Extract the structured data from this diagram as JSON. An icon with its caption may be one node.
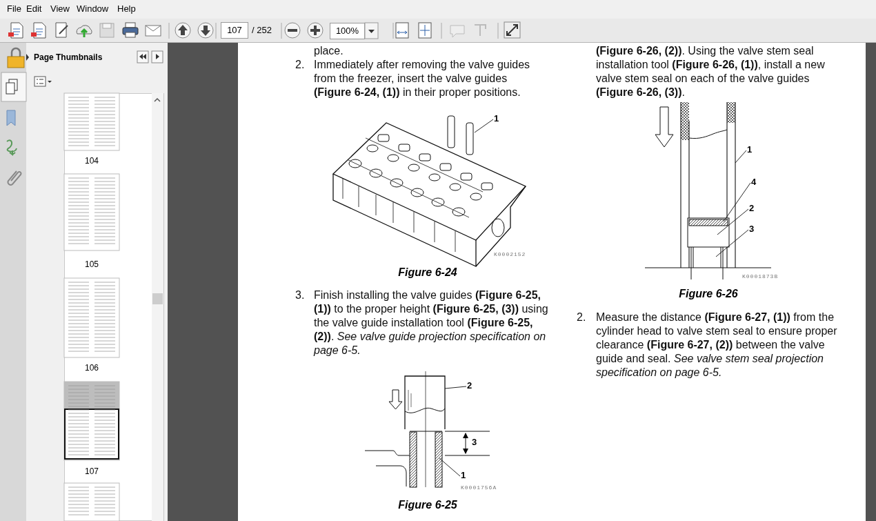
{
  "diagram": {
    "nodes": [
      {
        "text": [
          "1"
        ]
      },
      {
        "text": [
          "2"
        ]
      },
      {
        "text": [
          "1"
        ]
      },
      {
        "text": [
          "1"
        ]
      },
      {
        "text": [
          "4"
        ]
      },
      {
        "text": [
          "2"
        ]
      },
      {
        "text": [
          "3"
        ]
      }
    ],
    "edges": [
      {
        "from": 0,
        "to": null,
        "arrow": "none"
      },
      {
        "from": 1,
        "to": null,
        "arrow": "none"
      },
      {
        "from": 2,
        "to": null,
        "arrow": "none"
      },
      {
        "from": 3,
        "to": null,
        "arrow": "none"
      },
      {
        "from": 4,
        "to": null,
        "arrow": "none"
      },
      {
        "from": 5,
        "to": null,
        "arrow": "none"
      },
      {
        "from": 6,
        "to": null,
        "arrow": "none"
      }
    ],
    "labels": [
      "File",
      "Edit",
      "View",
      "Window",
      "Help",
      "107",
      "/ 252",
      "100%",
      "Page Thumbnails",
      "104",
      "105",
      "106",
      "107",
      "place.",
      "2.",
      "Immediately after removing the valve guides from the freezer, insert the valve guides **(Figure 6-24, (1))** in their proper positions.",
      "Figure 6-24",
      "K0002152",
      "3.",
      "Finish installing the valve guides **(Figure 6-25, (1))** to the proper height **(Figure 6-25, (3))** using the valve guide installation tool **(Figure 6-25, (2))**. *See valve guide projection specification on page 6-5.*",
      "3",
      "K0001756A",
      "Figure 6-25",
      "**(Figure 6-26, (2))**. Using the valve stem seal installation tool **(Figure 6-26, (1))**, install a new valve stem seal on each of the valve guides **(Figure 6-26, (3))**.",
      "K0001873B",
      "Figure 6-26",
      "2.",
      "Measure the distance **(Figure 6-27, (1))** from the cylinder head to valve stem seal to ensure proper clearance **(Figure 6-27, (2))** between the valve guide and seal. *See valve stem seal projection specification on page 6-5.*"
    ]
  }
}
